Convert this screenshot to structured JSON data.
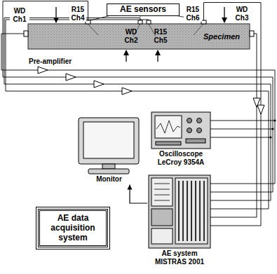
{
  "diagram": {
    "nodes": [
      {
        "text": [
          "AE sensors"
        ]
      },
      {
        "text": [
          "Specimen"
        ]
      },
      {
        "text": [
          "Oscilloscope LeCroy 9354A"
        ]
      },
      {
        "text": [
          "Monitor"
        ]
      },
      {
        "text": [
          "AE system MISTRAS 2001"
        ]
      },
      {
        "text": [
          "AE data acquisition system"
        ]
      }
    ],
    "edges": [
      {
        "from": 4,
        "to": 3,
        "arrow": "to"
      }
    ],
    "labels": [
      "WD Ch1",
      "R15 Ch4",
      "WD Ch2",
      "R15 Ch5",
      "R15 Ch6",
      "WD Ch3",
      "Pre-amplifier"
    ]
  }
}
